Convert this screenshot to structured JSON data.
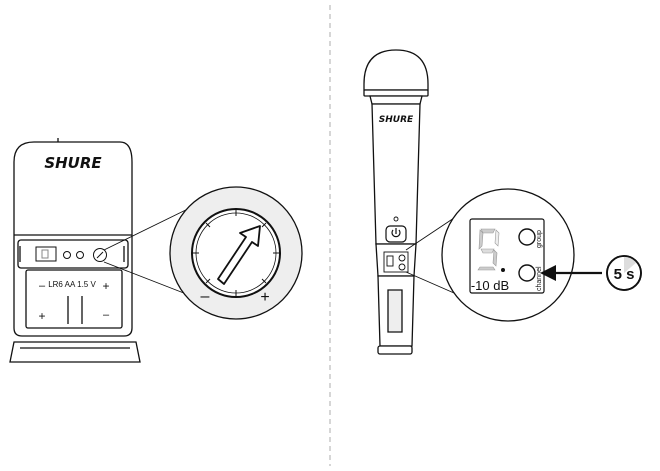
{
  "left_panel": {
    "bodypack_brand": "SHURE",
    "battery_label": "LR6 AA 1.5 V",
    "battery_plus_top": "+",
    "battery_minus_top": "–",
    "battery_plus_bottom": "+",
    "battery_minus_bottom": "–",
    "zoom_minus": "–",
    "zoom_plus": "+"
  },
  "right_panel": {
    "mic_brand": "SHURE",
    "zoom_level": "-10 dB",
    "group_label": "group",
    "channel_label": "channel",
    "timer_label": "5 s"
  },
  "icons": [
    "gain-arrow-icon",
    "power-icon",
    "timer-icon",
    "pointer-arrow-icon"
  ],
  "colors": {
    "line": "#111111",
    "divider": "#bbbbbb",
    "zoom_fill": "#eeeeee",
    "segment": "#bbbbbb"
  }
}
